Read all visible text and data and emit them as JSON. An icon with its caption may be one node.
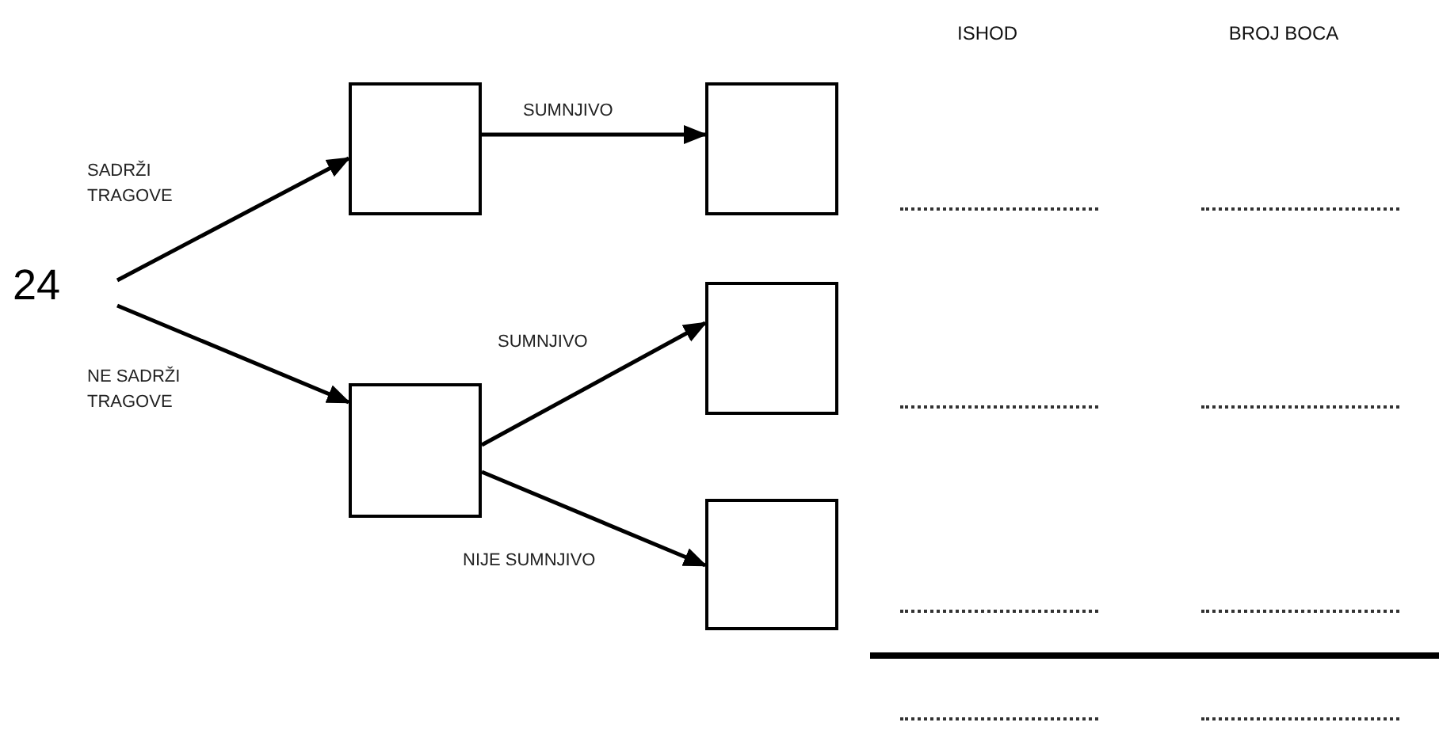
{
  "diagram": {
    "nodes": [
      {
        "text": [
          "24"
        ]
      },
      {
        "text": [],
        "shape": "box"
      },
      {
        "text": [],
        "shape": "box"
      },
      {
        "text": [],
        "shape": "box"
      },
      {
        "text": [],
        "shape": "box"
      },
      {
        "text": [],
        "shape": "box"
      }
    ],
    "edges": [
      {
        "from": 0,
        "to": 1,
        "arrow": "to",
        "label": "SADRŽI TRAGOVE"
      },
      {
        "from": 0,
        "to": 2,
        "arrow": "to",
        "label": "NE SADRŽI TRAGOVE"
      },
      {
        "from": 1,
        "to": 3,
        "arrow": "to",
        "label": "SUMNJIVO"
      },
      {
        "from": 2,
        "to": 4,
        "arrow": "to",
        "label": "SUMNJIVO"
      },
      {
        "from": 2,
        "to": 5,
        "arrow": "to",
        "label": "NIJE SUMNJIVO"
      }
    ],
    "labels": [
      "ISHOD",
      "BROJ BOCA"
    ]
  }
}
